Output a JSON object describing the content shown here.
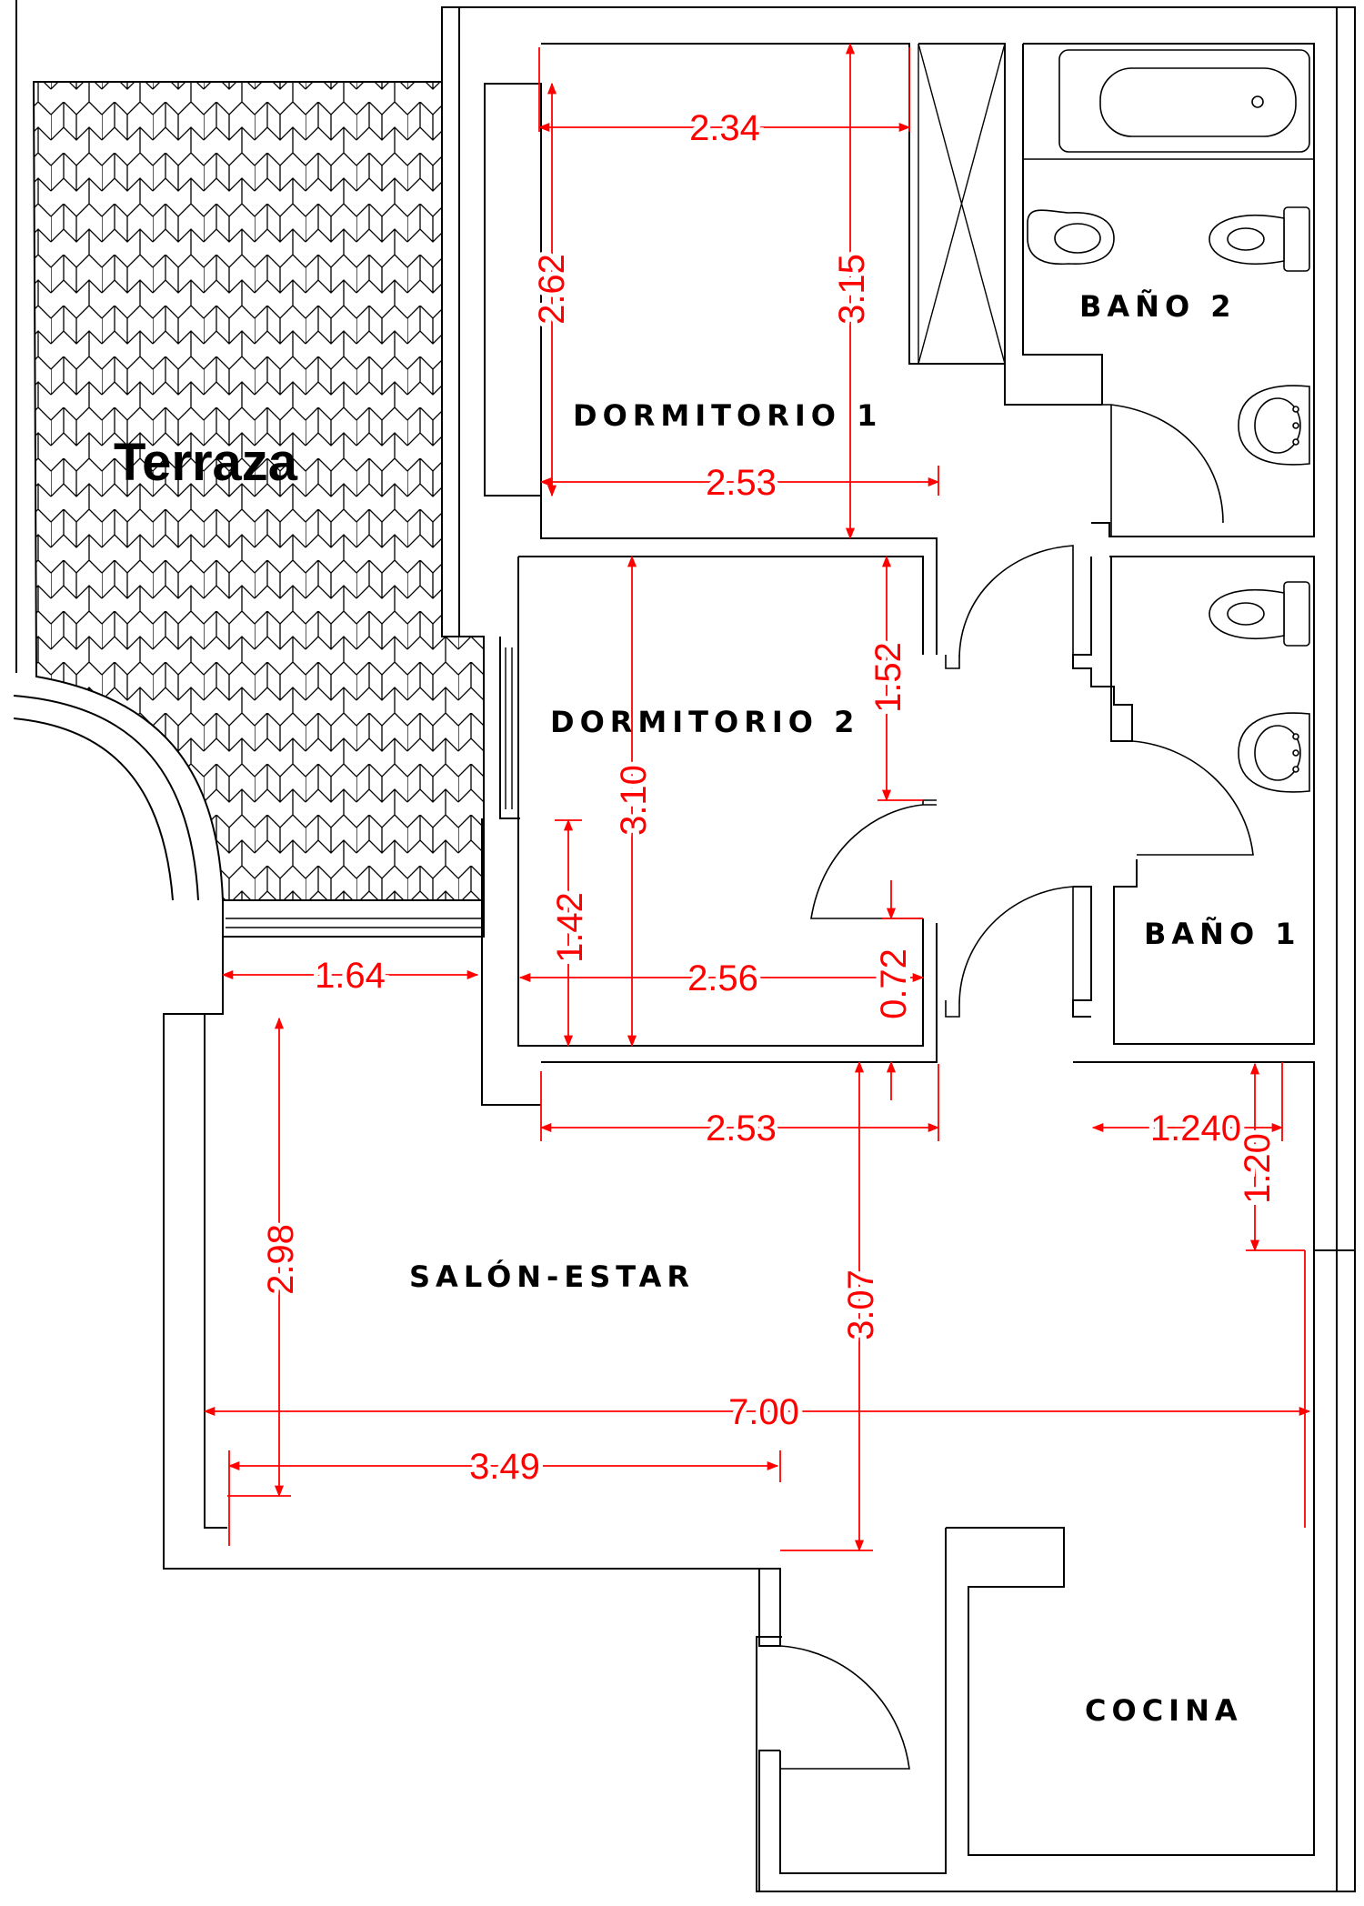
{
  "labels": {
    "terraza": "Terraza",
    "dormitorio1": "DORMITORIO 1",
    "dormitorio2": "DORMITORIO 2",
    "bano1": "BAÑO 1",
    "bano2": "BAÑO 2",
    "salon": "SALÓN-ESTAR",
    "cocina": "COCINA"
  },
  "dimensions": {
    "d1_width_top": "2.34",
    "d1_height_left": "2.62",
    "d1_height_right": "3.15",
    "d1_width_bottom": "2.53",
    "d2_height_main": "3.10",
    "d2_height_right": "1.52",
    "d2_height_left": "1.42",
    "d2_width": "2.56",
    "d2_door_gap": "0.72",
    "terrace_width": "1.64",
    "salon_width_top": "2.53",
    "corridor_width": "1.240",
    "corridor_height": "1.20",
    "salon_height_left": "2.98",
    "salon_height_right": "3.07",
    "total_width": "7.00",
    "salon_width_bottom": "3.49"
  },
  "colors": {
    "dimension": "#ff0000",
    "walls": "#000000",
    "background": "#ffffff"
  }
}
